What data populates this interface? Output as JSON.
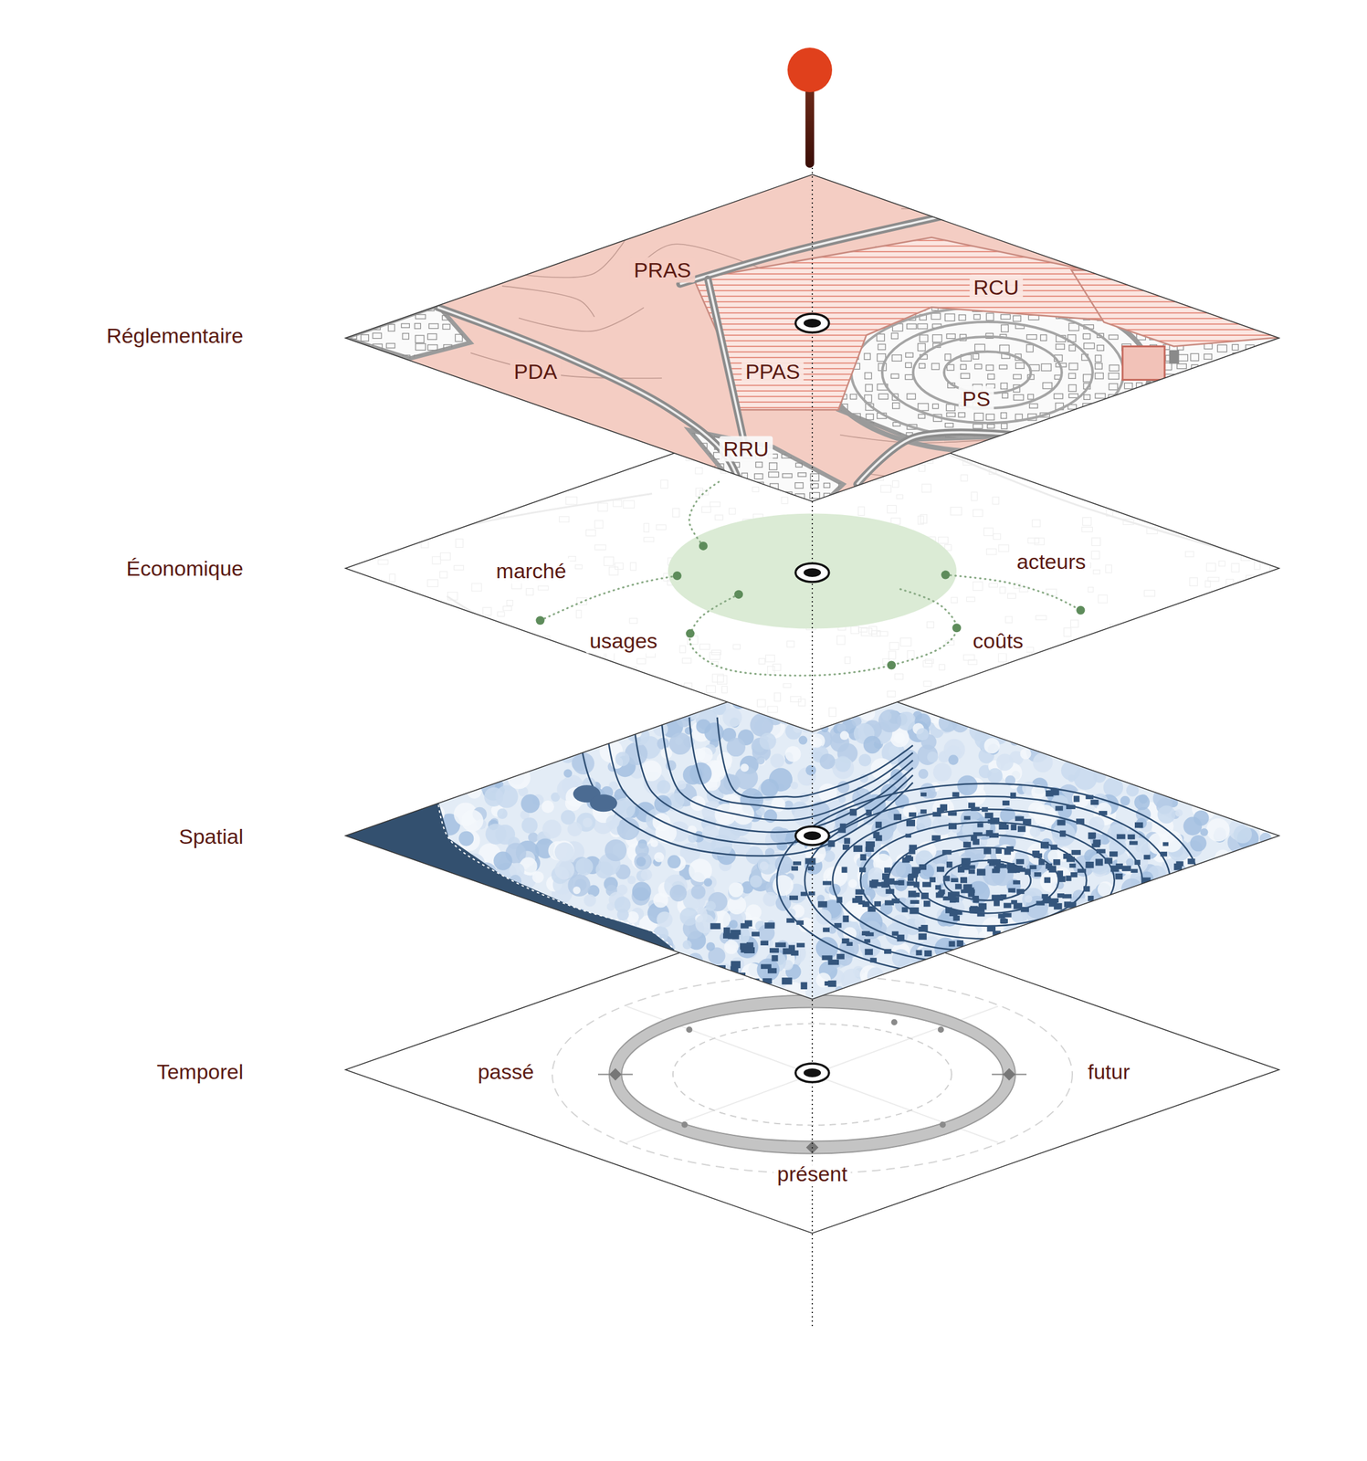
{
  "diagram": {
    "nodes": [
      {
        "text": [
          "Réglementaire",
          "PRAS",
          "RCU",
          "PDA",
          "PPAS",
          "PS",
          "RRU"
        ]
      },
      {
        "text": [
          "Économique",
          "marché",
          "acteurs",
          "usages",
          "coûts"
        ]
      },
      {
        "text": [
          "Spatial"
        ]
      },
      {
        "text": [
          "Temporel",
          "passé",
          "futur",
          "présent"
        ]
      }
    ]
  }
}
